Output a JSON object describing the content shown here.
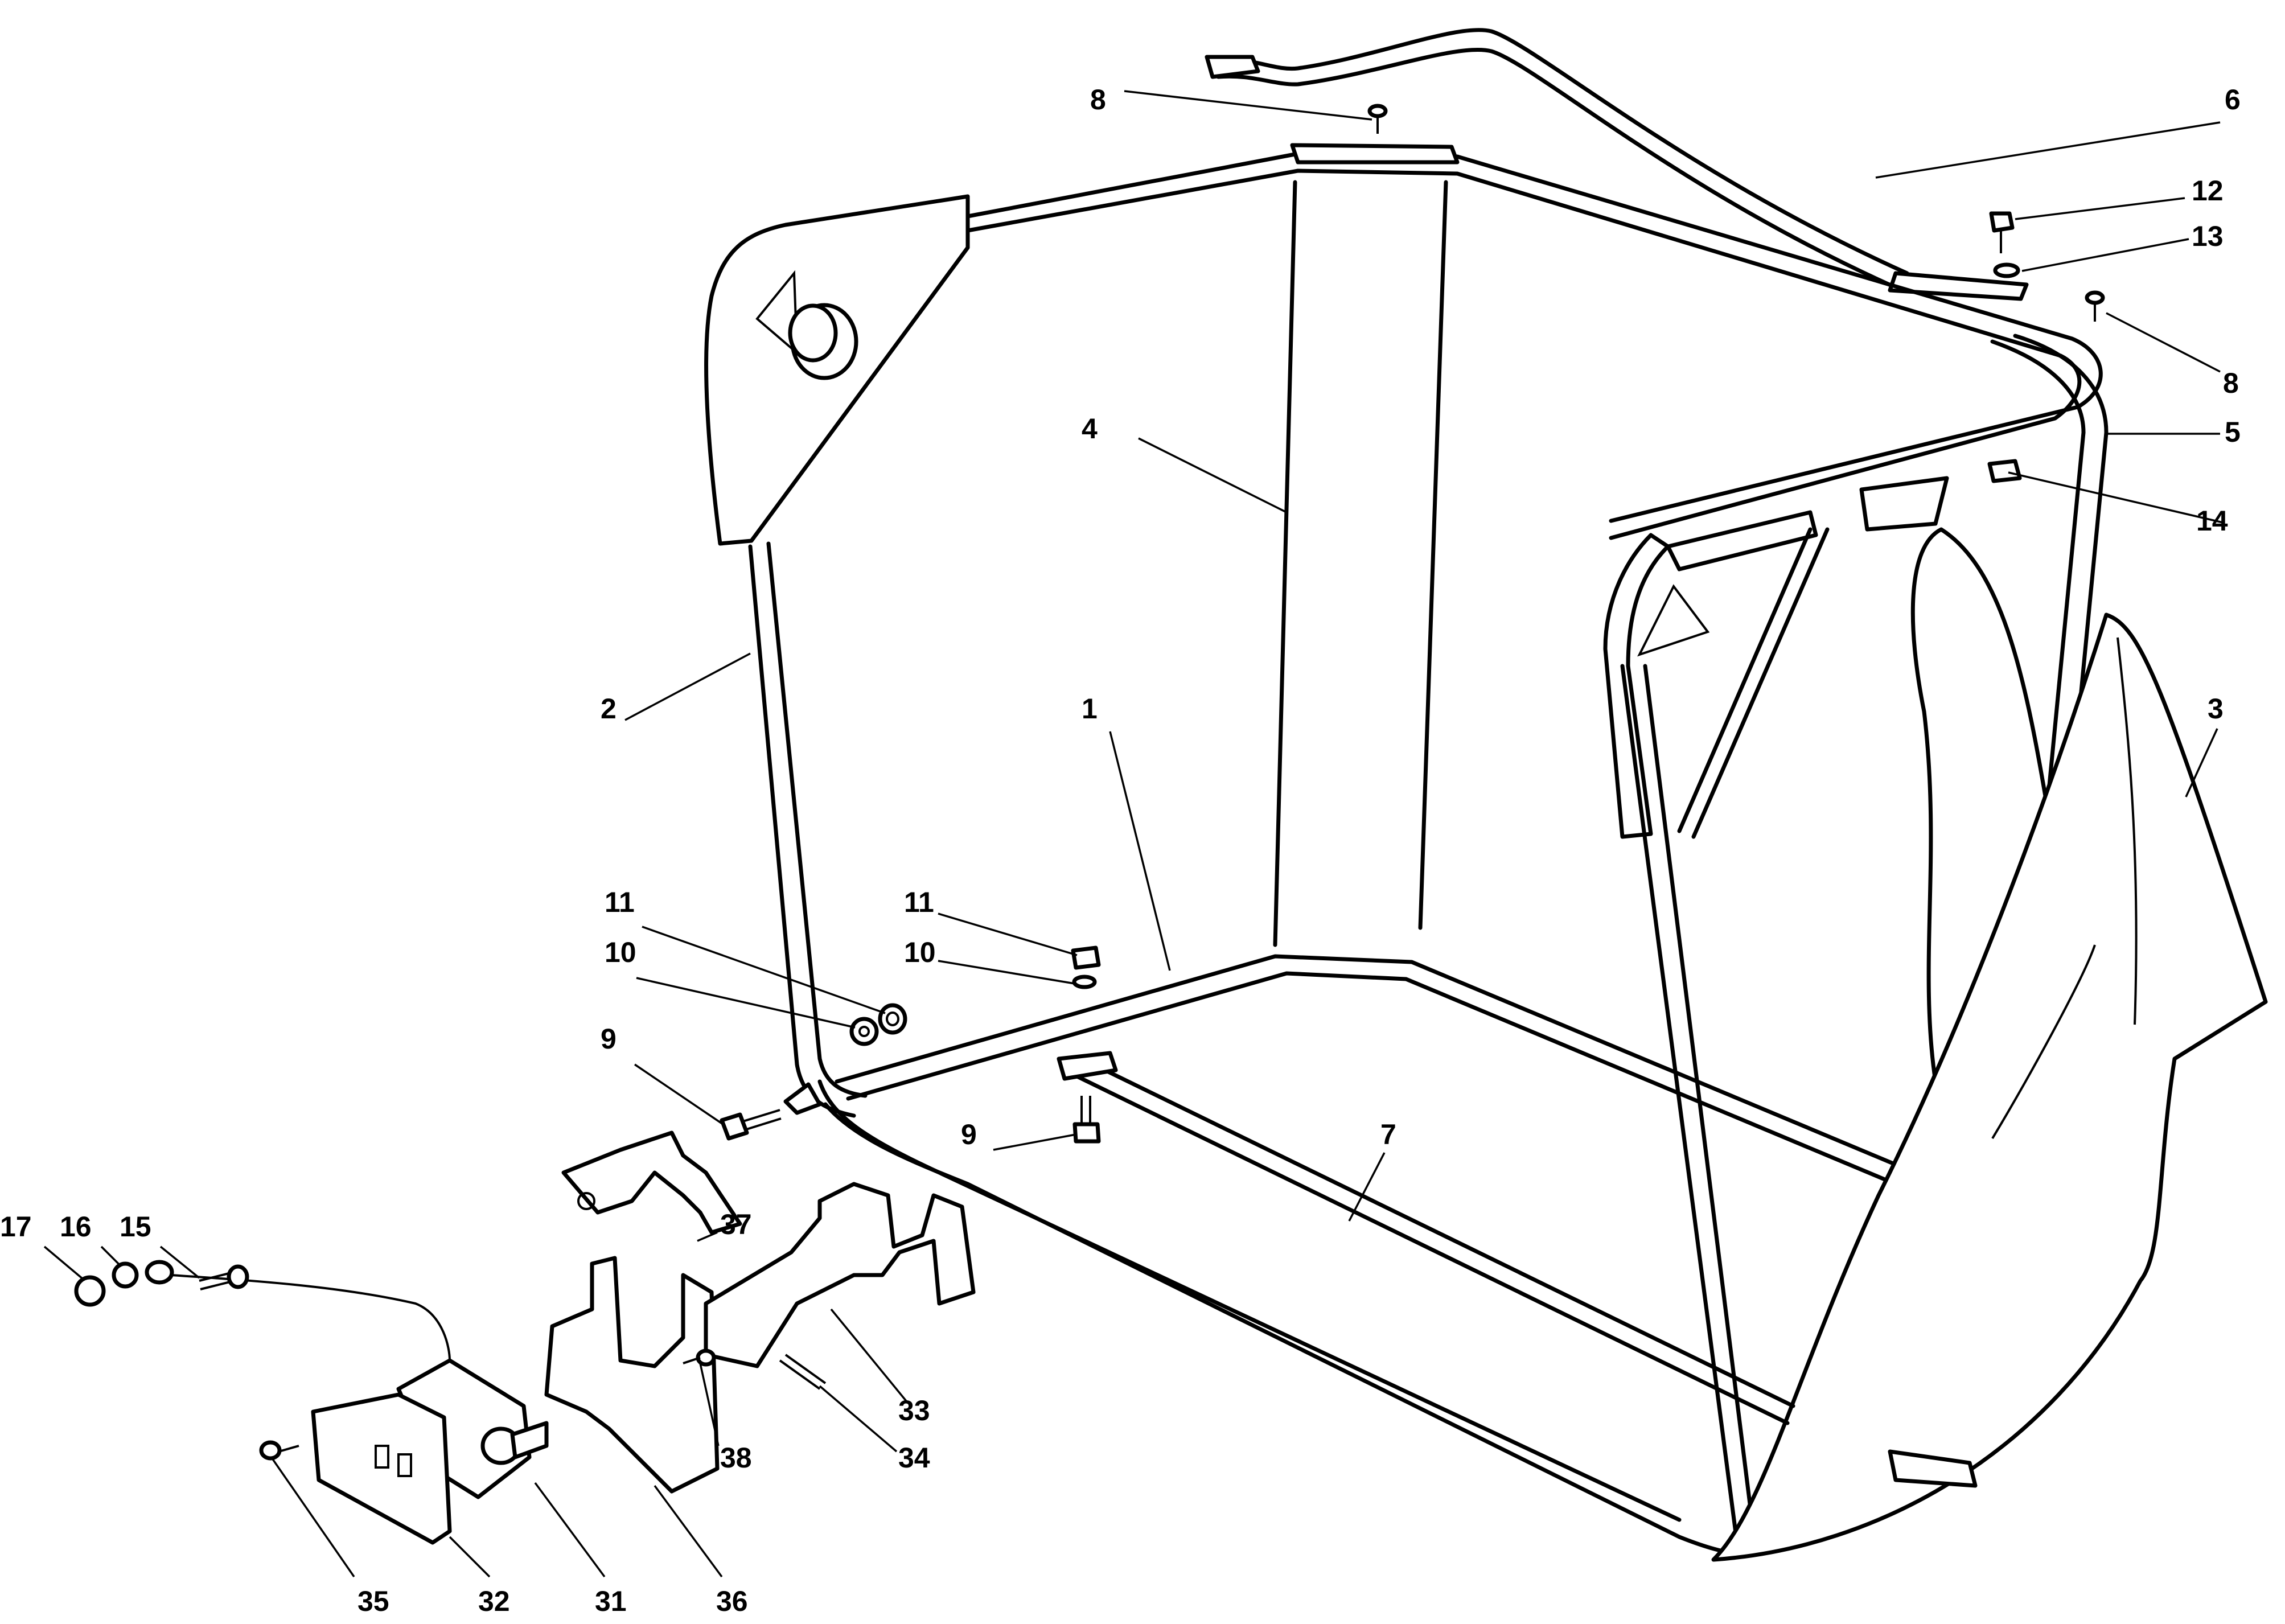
{
  "callouts": {
    "c1": "1",
    "c2": "2",
    "c3": "3",
    "c4": "4",
    "c5": "5",
    "c6": "6",
    "c7": "7",
    "c8a": "8",
    "c8b": "8",
    "c9a": "9",
    "c9b": "9",
    "c10a": "10",
    "c10b": "10",
    "c11a": "11",
    "c11b": "11",
    "c12": "12",
    "c13": "13",
    "c14": "14",
    "c15": "15",
    "c16": "16",
    "c17": "17",
    "c31": "31",
    "c32": "32",
    "c33": "33",
    "c34": "34",
    "c35": "35",
    "c36": "36",
    "c37": "37",
    "c38": "38"
  }
}
